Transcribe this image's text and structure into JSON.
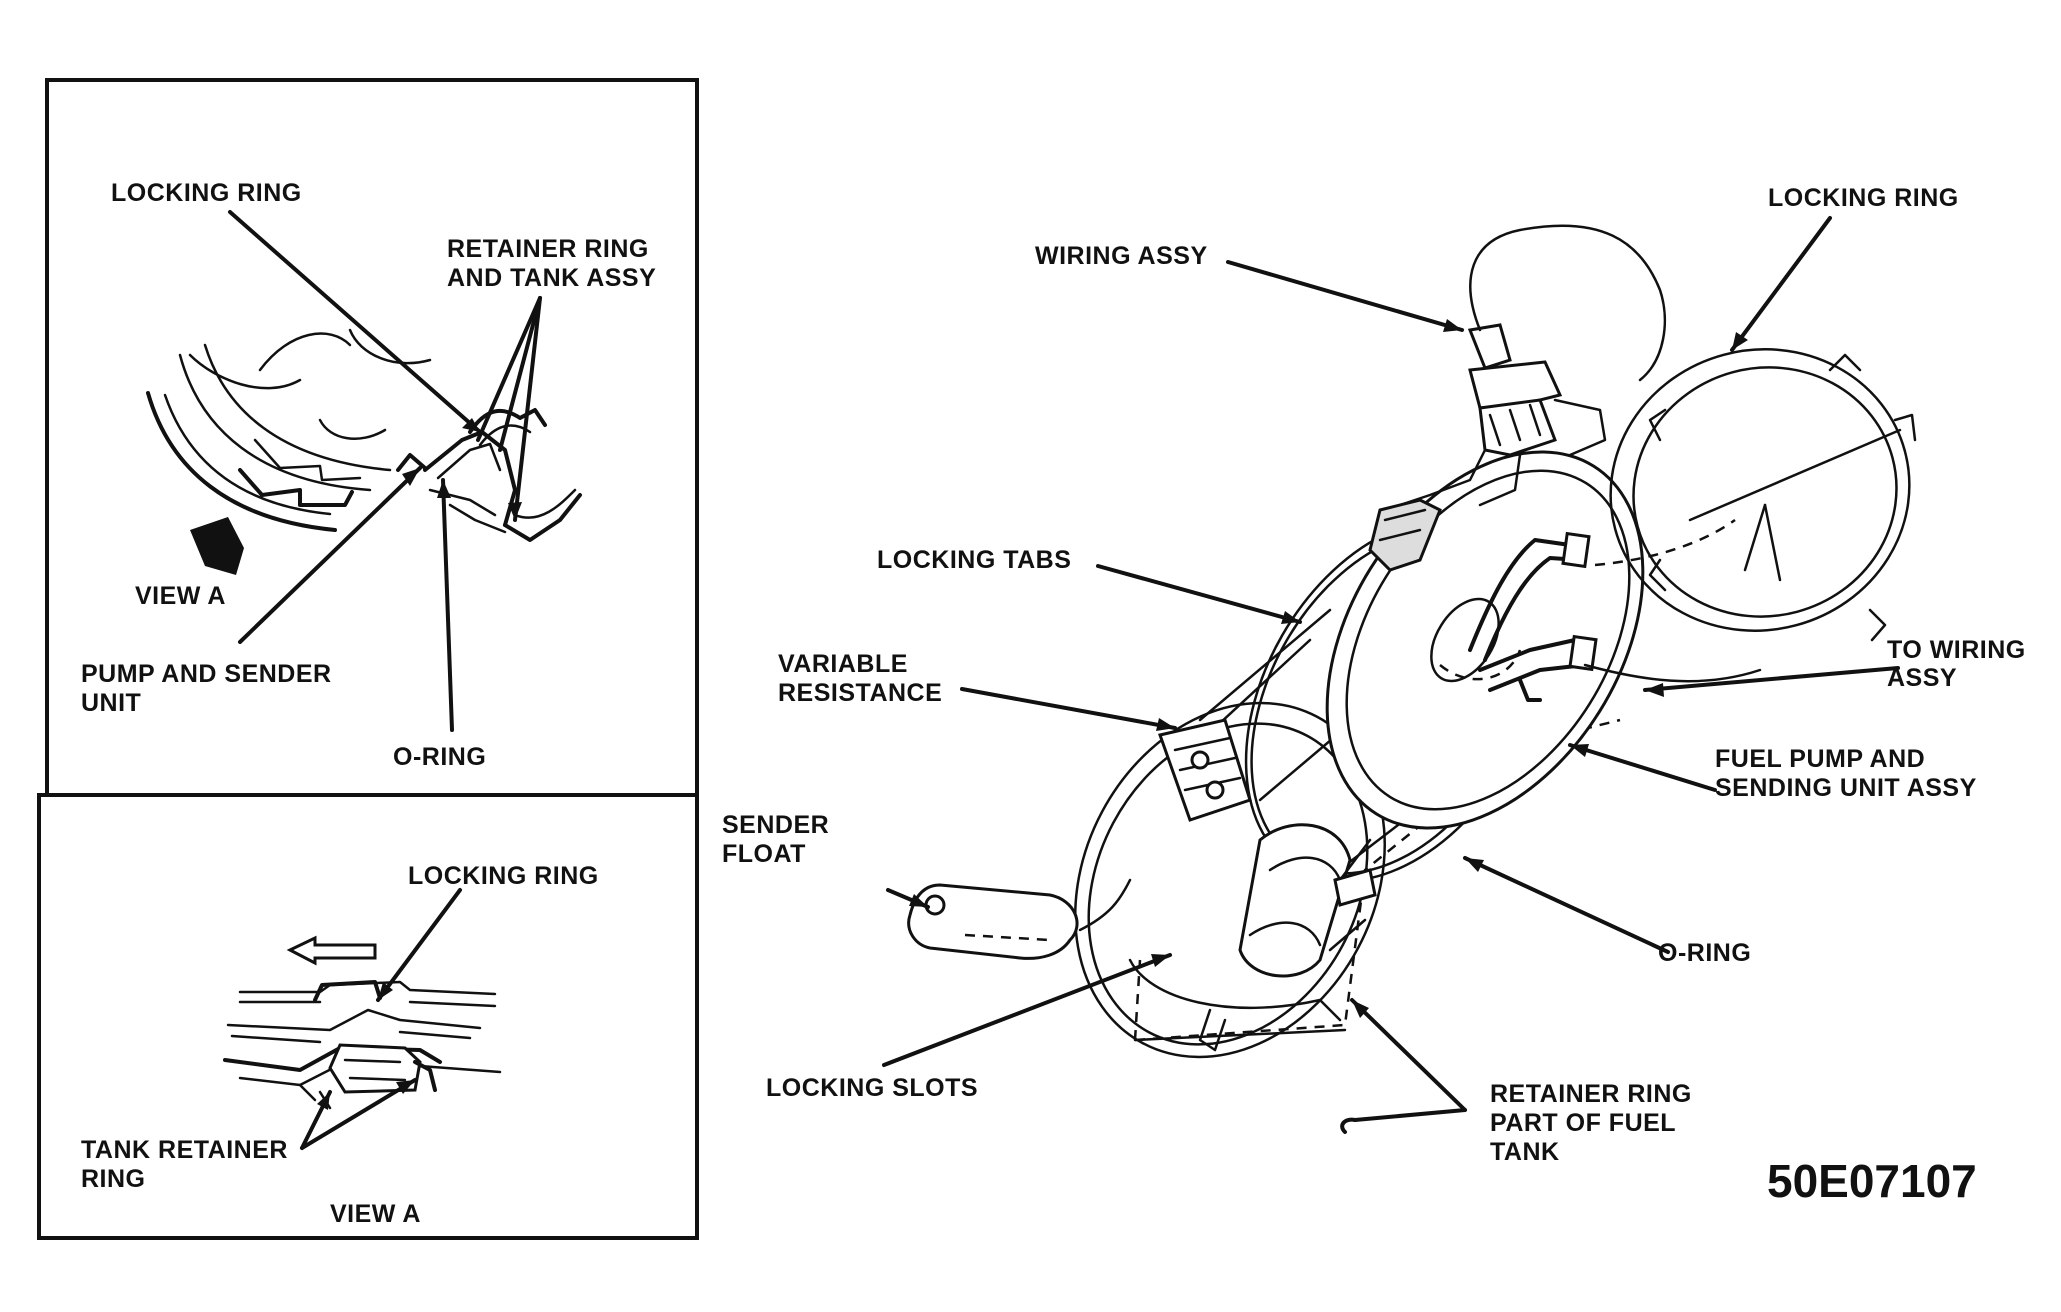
{
  "view_a_top": {
    "locking_ring": "LOCKING RING",
    "retainer_ring_line1": "RETAINER RING",
    "retainer_ring_line2": "AND TANK ASSY",
    "view_a": "VIEW A",
    "pump_sender_line1": "PUMP AND SENDER",
    "pump_sender_line2": "UNIT",
    "o_ring": "O-RING"
  },
  "view_a_bottom": {
    "locking_ring": "LOCKING RING",
    "tank_retainer_line1": "TANK RETAINER",
    "tank_retainer_line2": "RING",
    "view_a": "VIEW A"
  },
  "main": {
    "wiring_assy": "WIRING ASSY",
    "locking_ring": "LOCKING RING",
    "locking_tabs": "LOCKING TABS",
    "variable_resistance_line1": "VARIABLE",
    "variable_resistance_line2": "RESISTANCE",
    "to_wiring_line1": "TO WIRING",
    "to_wiring_line2": "ASSY",
    "fuel_pump_line1": "FUEL PUMP AND",
    "fuel_pump_line2": "SENDING UNIT ASSY",
    "sender_float_line1": "SENDER",
    "sender_float_line2": "FLOAT",
    "o_ring": "O-RING",
    "locking_slots": "LOCKING SLOTS",
    "retainer_ring_line1": "RETAINER RING",
    "retainer_ring_line2": "PART OF FUEL",
    "retainer_ring_line3": "TANK"
  },
  "figure_code": "50E07107"
}
